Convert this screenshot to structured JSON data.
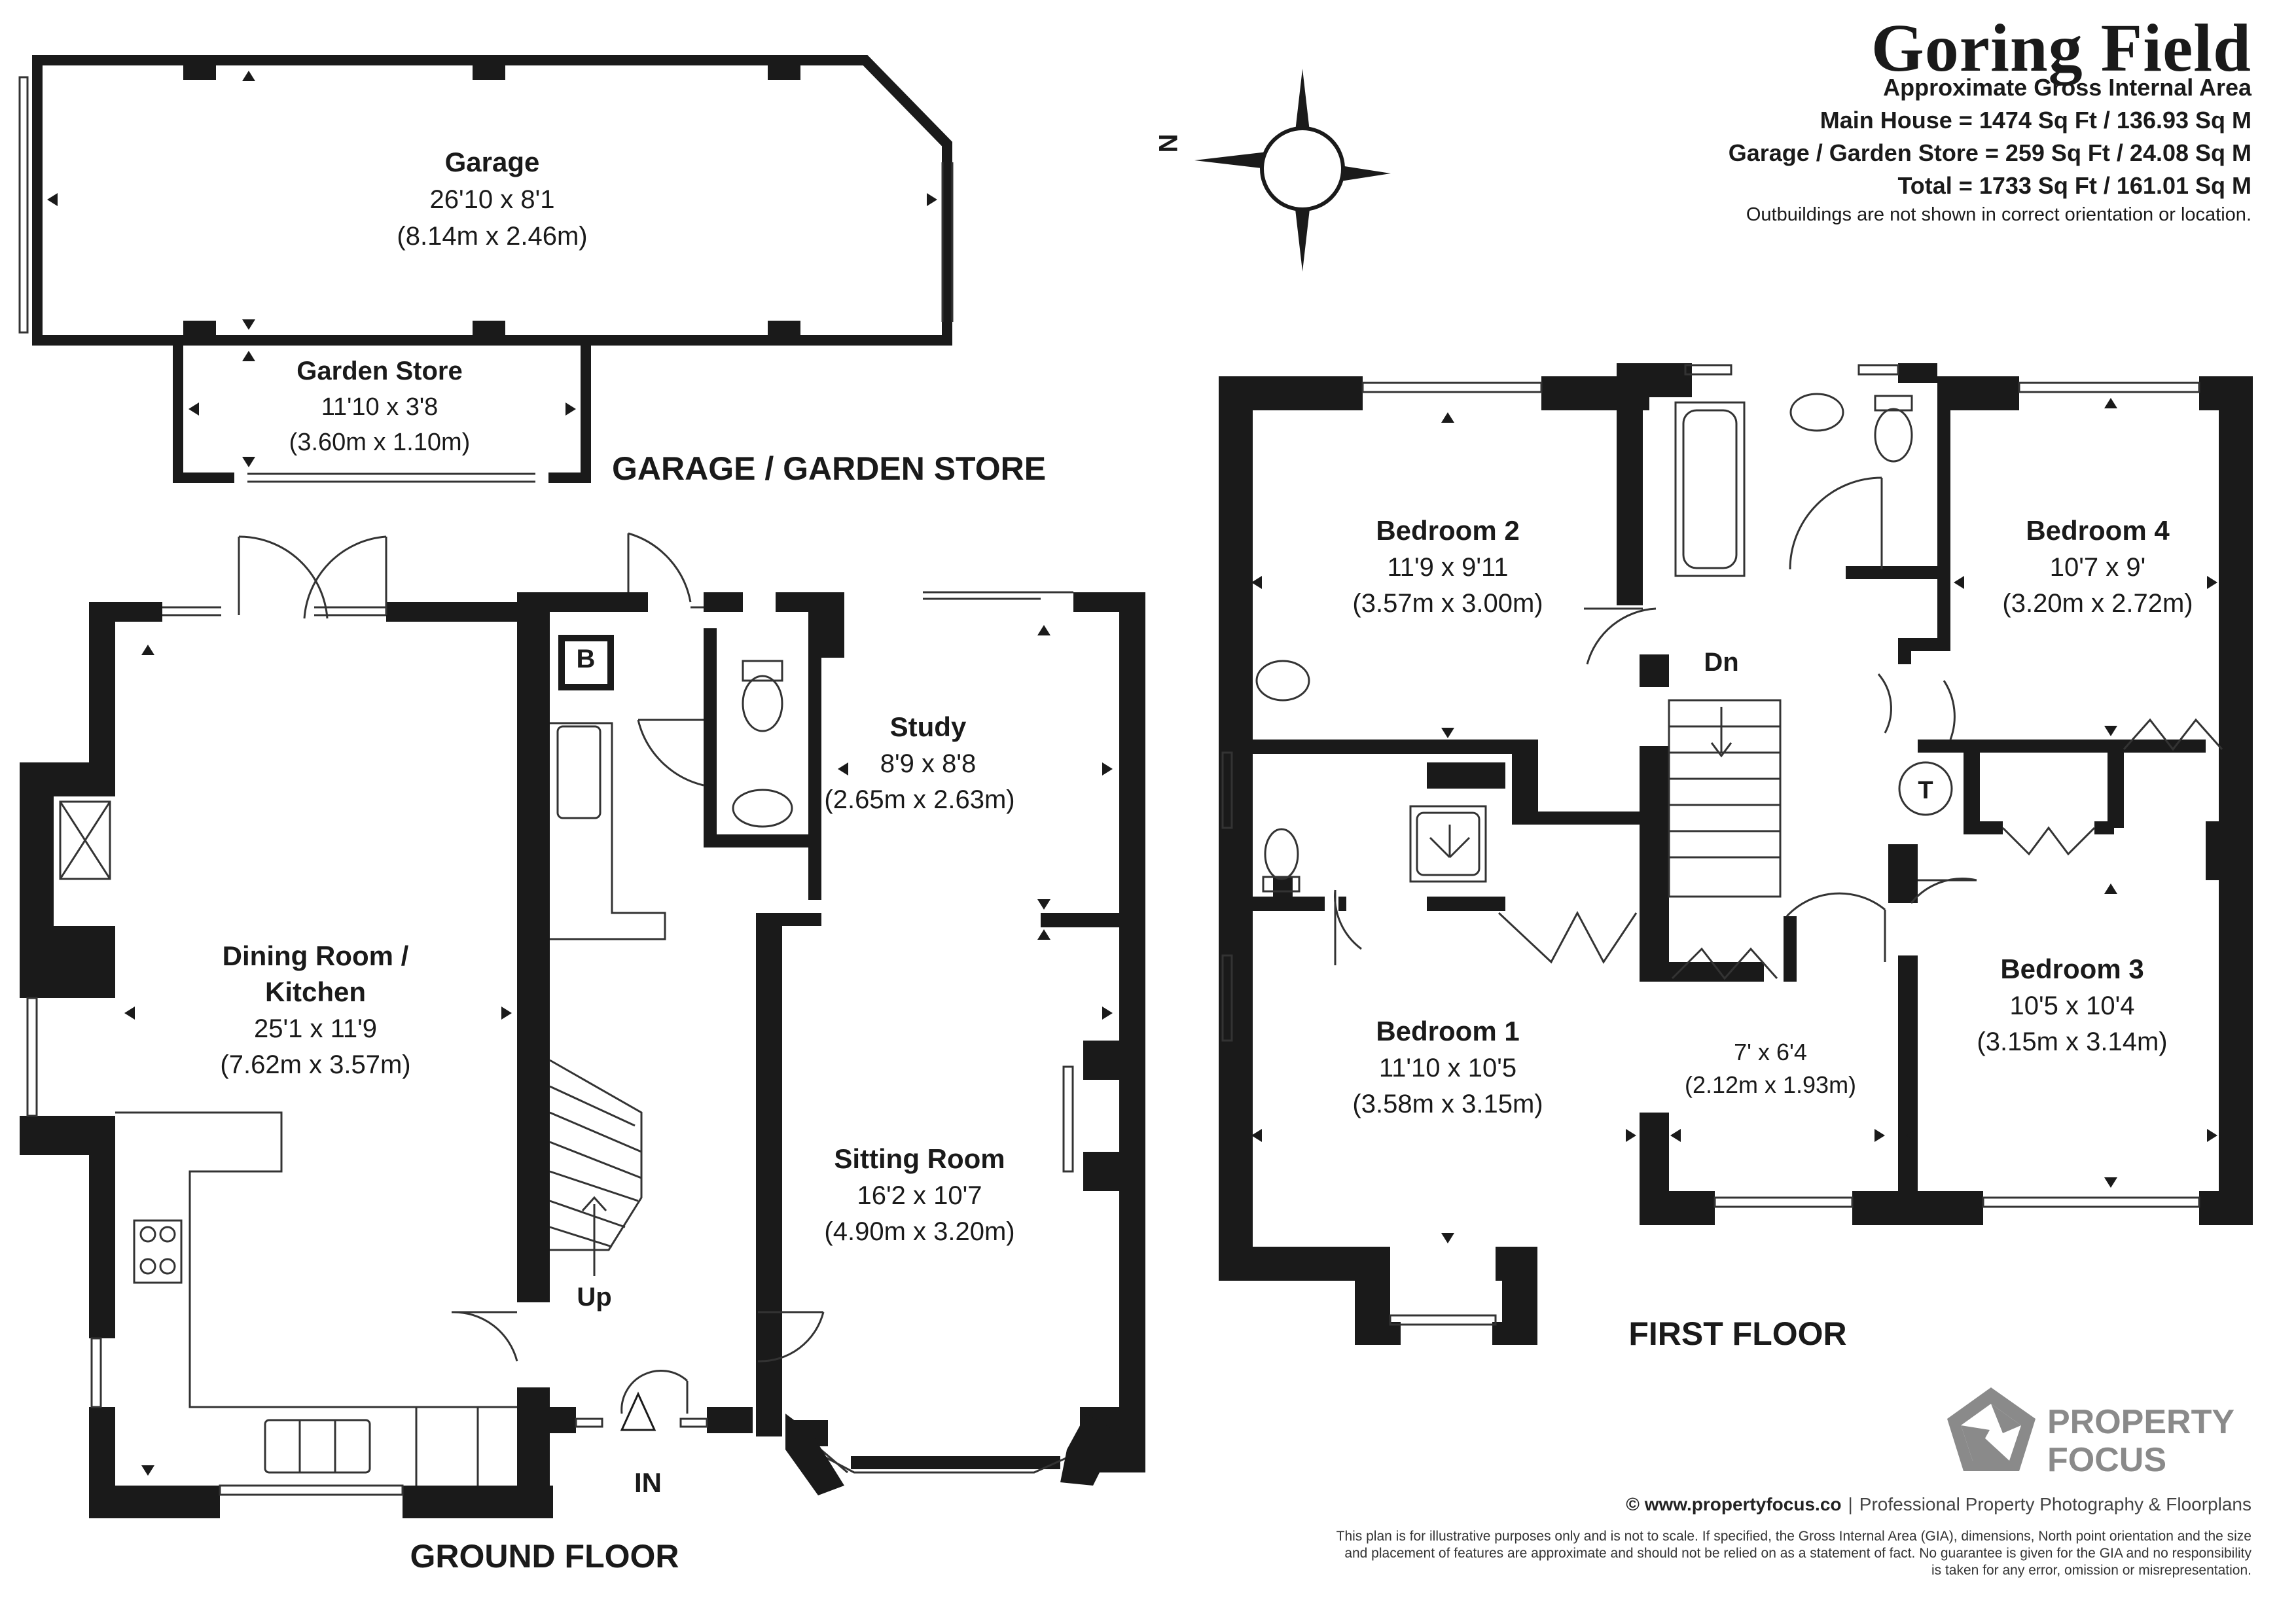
{
  "title": "Goring Field",
  "summary": {
    "heading": "Approximate Gross Internal Area",
    "main_house": "Main House = 1474 Sq Ft / 136.93 Sq M",
    "garage_store": "Garage / Garden Store = 259 Sq Ft / 24.08 Sq M",
    "total": "Total = 1733 Sq Ft / 161.01 Sq M",
    "note": "Outbuildings are not shown in correct orientation or location."
  },
  "compass_label": "N",
  "floors": {
    "garage_store": "GARAGE / GARDEN STORE",
    "ground": "GROUND FLOOR",
    "first": "FIRST FLOOR"
  },
  "rooms": {
    "garage": {
      "name": "Garage",
      "imperial": "26'10 x 8'1",
      "metric": "(8.14m x 2.46m)"
    },
    "garden_store": {
      "name": "Garden Store",
      "imperial": "11'10 x 3'8",
      "metric": "(3.60m x 1.10m)"
    },
    "dining_kitchen": {
      "name_line1": "Dining Room /",
      "name_line2": "Kitchen",
      "imperial": "25'1 x 11'9",
      "metric": "(7.62m x 3.57m)"
    },
    "study": {
      "name": "Study",
      "imperial": "8'9 x 8'8",
      "metric": "(2.65m x 2.63m)"
    },
    "sitting_room": {
      "name": "Sitting Room",
      "imperial": "16'2 x 10'7",
      "metric": "(4.90m x 3.20m)"
    },
    "bedroom2": {
      "name": "Bedroom 2",
      "imperial": "11'9 x 9'11",
      "metric": "(3.57m x 3.00m)"
    },
    "bedroom4": {
      "name": "Bedroom 4",
      "imperial": "10'7 x 9'",
      "metric": "(3.20m x 2.72m)"
    },
    "bedroom1": {
      "name": "Bedroom 1",
      "imperial": "11'10 x 10'5",
      "metric": "(3.58m x 3.15m)"
    },
    "bedroom3": {
      "name": "Bedroom 3",
      "imperial": "10'5 x 10'4",
      "metric": "(3.15m x 3.14m)"
    },
    "landing_area": {
      "imperial": "7' x 6'4",
      "metric": "(2.12m x 1.93m)"
    }
  },
  "fixture_labels": {
    "boiler": "B",
    "tank": "T",
    "stairs_up": "Up",
    "stairs_down": "Dn",
    "entrance": "IN"
  },
  "branding": {
    "logo_line1": "PROPERTY",
    "logo_line2": "FOCUS",
    "website": "© www.propertyfocus.co",
    "separator": "|",
    "tagline": "Professional Property Photography & Floorplans"
  },
  "disclaimer": "This plan is for illustrative purposes only and is not to scale. If specified, the Gross Internal Area (GIA), dimensions, North point orientation and the size and placement of features are approximate and should not be relied on as a statement of fact. No guarantee is given for the GIA and no responsibility is taken for any error, omission or misrepresentation.",
  "colors": {
    "walls": "#1a1a1a",
    "logo": "#8a8a8a"
  }
}
